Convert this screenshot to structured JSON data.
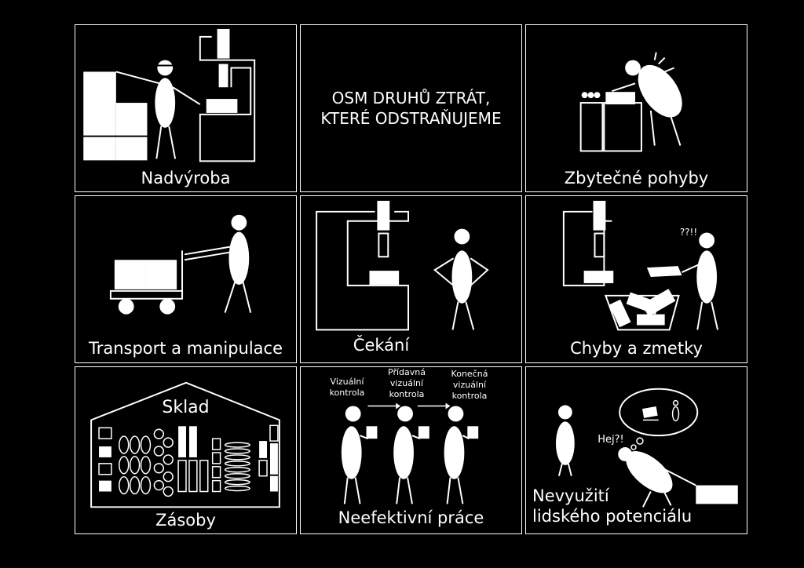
{
  "title": {
    "line1": "OSM DRUHŮ ZTRÁT,",
    "line2": "KTERÉ ODSTRAŇUJEME"
  },
  "panels": {
    "overproduction": "Nadvýroba",
    "motion": "Zbytečné pohyby",
    "transport": "Transport a manipulace",
    "waiting": "Čekání",
    "defects": "Chyby a zmetky",
    "inventory": "Zásoby",
    "overprocessing": "Neefektivní práce",
    "talent_line1": "Nevyužití",
    "talent_line2": "lidského potenciálu"
  },
  "annotations": {
    "defects_exclaim": "??!!",
    "warehouse": "Sklad",
    "inspection1_l1": "Vizuální",
    "inspection1_l2": "kontrola",
    "inspection2_l1": "Přídavná",
    "inspection2_l2": "vizuální",
    "inspection2_l3": "kontrola",
    "inspection3_l1": "Konečná",
    "inspection3_l2": "vizuální",
    "inspection3_l3": "kontrola",
    "hey": "Hej?!"
  },
  "colors": {
    "background": "#000000",
    "foreground": "#ffffff"
  }
}
